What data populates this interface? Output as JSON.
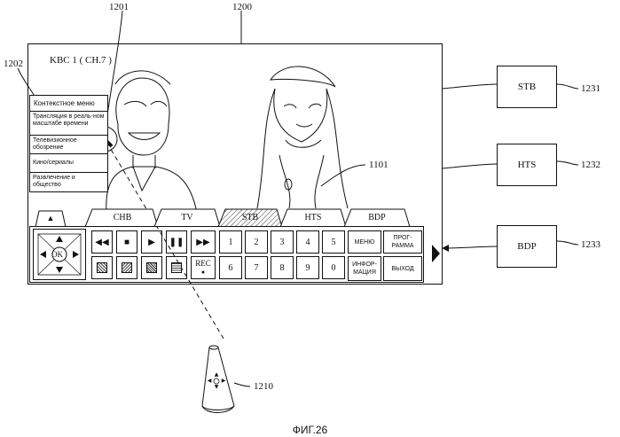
{
  "refs": {
    "r1200": "1200",
    "r1201": "1201",
    "r1202": "1202",
    "r1101": "1101",
    "r1210": "1210",
    "r1231": "1231",
    "r1232": "1232",
    "r1233": "1233"
  },
  "screen": {
    "channel": "KBC 1 ( CH.7 )"
  },
  "context_menu": {
    "title": "Контекстное меню",
    "items": [
      "Трансляция в реаль-ном масштабе времени",
      "Телевизионное обозрение",
      "Кино/сериалы",
      "Развлечение и общество"
    ]
  },
  "tabs": [
    {
      "label": "▲"
    },
    {
      "label": "CHB"
    },
    {
      "label": "TV"
    },
    {
      "label": "STB"
    },
    {
      "label": "HTS"
    },
    {
      "label": "BDP"
    }
  ],
  "remote_panel": {
    "ok": "OK",
    "transport": [
      "◀◀",
      "■",
      "▶",
      "❚❚",
      "▶▶"
    ],
    "rec": "REC",
    "rec_dot": "●",
    "numbers_top": [
      "1",
      "2",
      "3",
      "4",
      "5"
    ],
    "numbers_bottom": [
      "6",
      "7",
      "8",
      "9",
      "0"
    ],
    "menu": "МЕНЮ",
    "program": "ПРОГ-РАММА",
    "info": "ИНФОР-МАЦИЯ",
    "exit": "ВЫХОД",
    "next_arrow": "▶"
  },
  "devices": [
    "STB",
    "HTS",
    "BDP"
  ],
  "figure_caption": "ФИГ.26",
  "icons": [
    "cursor-arrow-icon",
    "dpad-icon",
    "remote-control-icon"
  ]
}
